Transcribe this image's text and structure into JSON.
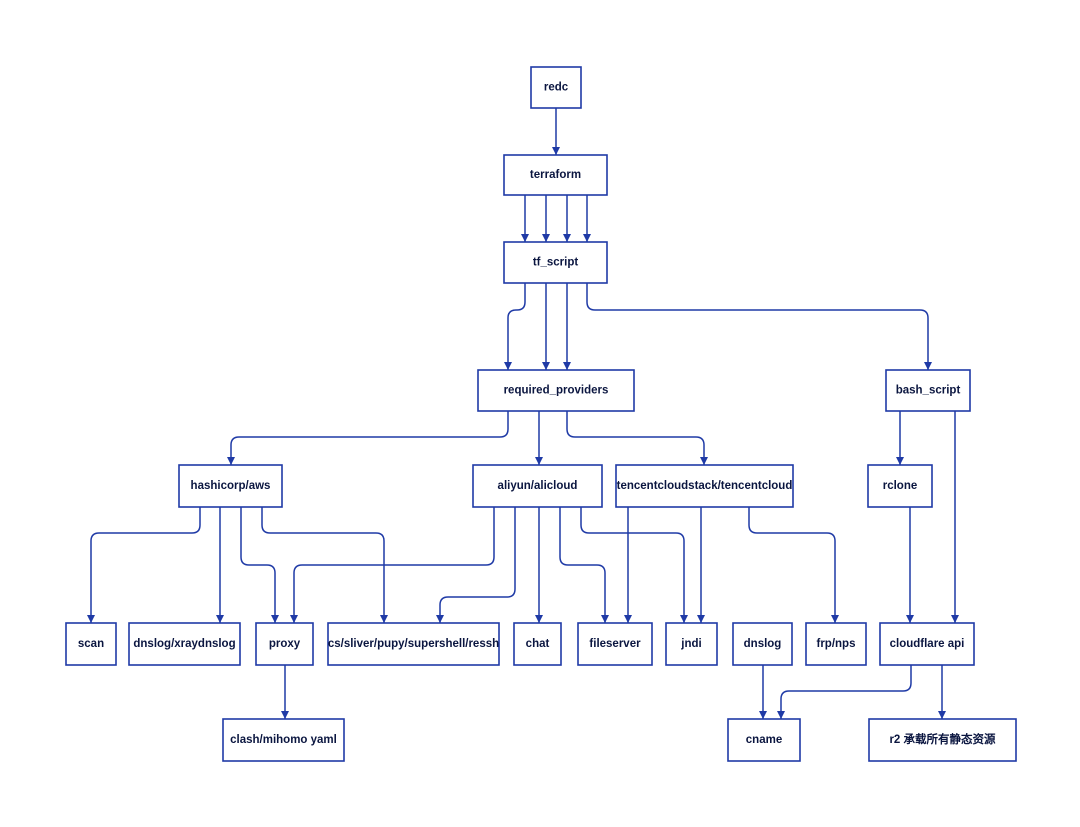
{
  "accent_color": "#1f3aa6",
  "nodes": [
    {
      "id": "redc",
      "label": "redc"
    },
    {
      "id": "terraform",
      "label": "terraform"
    },
    {
      "id": "tf_script",
      "label": "tf_script"
    },
    {
      "id": "required_providers",
      "label": "required_providers"
    },
    {
      "id": "bash_script",
      "label": "bash_script"
    },
    {
      "id": "hashicorp_aws",
      "label": "hashicorp/aws"
    },
    {
      "id": "aliyun_alicloud",
      "label": "aliyun/alicloud"
    },
    {
      "id": "tencentcloud",
      "label": "tencentcloudstack/tencentcloud"
    },
    {
      "id": "rclone",
      "label": "rclone"
    },
    {
      "id": "scan",
      "label": "scan"
    },
    {
      "id": "dnslog_xraydnslog",
      "label": "dnslog/xraydnslog"
    },
    {
      "id": "proxy",
      "label": "proxy"
    },
    {
      "id": "cs_tools",
      "label": "cs/sliver/pupy/supershell/ressh"
    },
    {
      "id": "chat",
      "label": "chat"
    },
    {
      "id": "fileserver",
      "label": "fileserver"
    },
    {
      "id": "jndi",
      "label": "jndi"
    },
    {
      "id": "dnslog",
      "label": "dnslog"
    },
    {
      "id": "frp_nps",
      "label": "frp/nps"
    },
    {
      "id": "cloudflare_api",
      "label": "cloudflare api"
    },
    {
      "id": "clash_yaml",
      "label": "clash/mihomo yaml"
    },
    {
      "id": "cname",
      "label": "cname"
    },
    {
      "id": "r2",
      "label": "r2 承载所有静态资源"
    }
  ],
  "edges": [
    {
      "from": "redc",
      "to": "terraform"
    },
    {
      "from": "terraform",
      "to": "tf_script"
    },
    {
      "from": "terraform",
      "to": "tf_script"
    },
    {
      "from": "terraform",
      "to": "tf_script"
    },
    {
      "from": "terraform",
      "to": "tf_script"
    },
    {
      "from": "tf_script",
      "to": "required_providers"
    },
    {
      "from": "tf_script",
      "to": "required_providers"
    },
    {
      "from": "tf_script",
      "to": "required_providers"
    },
    {
      "from": "tf_script",
      "to": "bash_script"
    },
    {
      "from": "required_providers",
      "to": "hashicorp_aws"
    },
    {
      "from": "required_providers",
      "to": "aliyun_alicloud"
    },
    {
      "from": "required_providers",
      "to": "tencentcloud"
    },
    {
      "from": "bash_script",
      "to": "rclone"
    },
    {
      "from": "bash_script",
      "to": "cloudflare_api"
    },
    {
      "from": "hashicorp_aws",
      "to": "scan"
    },
    {
      "from": "hashicorp_aws",
      "to": "dnslog_xraydnslog"
    },
    {
      "from": "hashicorp_aws",
      "to": "proxy"
    },
    {
      "from": "hashicorp_aws",
      "to": "cs_tools"
    },
    {
      "from": "aliyun_alicloud",
      "to": "proxy"
    },
    {
      "from": "aliyun_alicloud",
      "to": "cs_tools"
    },
    {
      "from": "aliyun_alicloud",
      "to": "chat"
    },
    {
      "from": "aliyun_alicloud",
      "to": "fileserver"
    },
    {
      "from": "aliyun_alicloud",
      "to": "jndi"
    },
    {
      "from": "tencentcloud",
      "to": "fileserver"
    },
    {
      "from": "tencentcloud",
      "to": "jndi"
    },
    {
      "from": "tencentcloud",
      "to": "frp_nps"
    },
    {
      "from": "rclone",
      "to": "cloudflare_api"
    },
    {
      "from": "proxy",
      "to": "clash_yaml"
    },
    {
      "from": "dnslog",
      "to": "cname"
    },
    {
      "from": "cloudflare_api",
      "to": "cname"
    },
    {
      "from": "cloudflare_api",
      "to": "r2"
    }
  ]
}
